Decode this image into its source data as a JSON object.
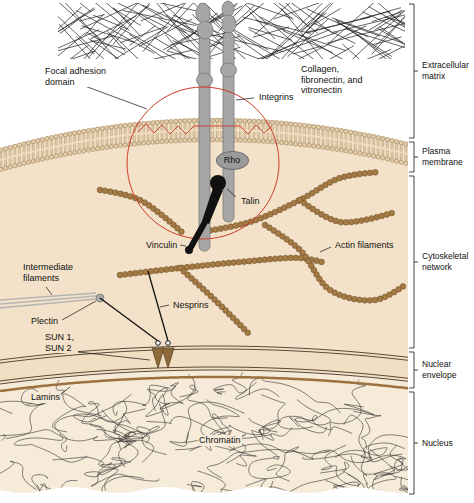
{
  "diagram": {
    "nodes": [
      {
        "text": [
          "Rho"
        ]
      }
    ],
    "labels": [
      "Extracellular matrix",
      "Plasma membrane",
      "Cytoskeletal network",
      "Nuclear envelope",
      "Nucleus",
      "Focal adhesion domain",
      "Integrins",
      "Collagen, fibronectin, and vitronectin",
      "Talin",
      "Intermediate filaments",
      "Vinculin",
      "Actin filaments",
      "Plectin",
      "Nesprins",
      "SUN 1, SUN 2",
      "Lamins",
      "Chromatin"
    ]
  }
}
